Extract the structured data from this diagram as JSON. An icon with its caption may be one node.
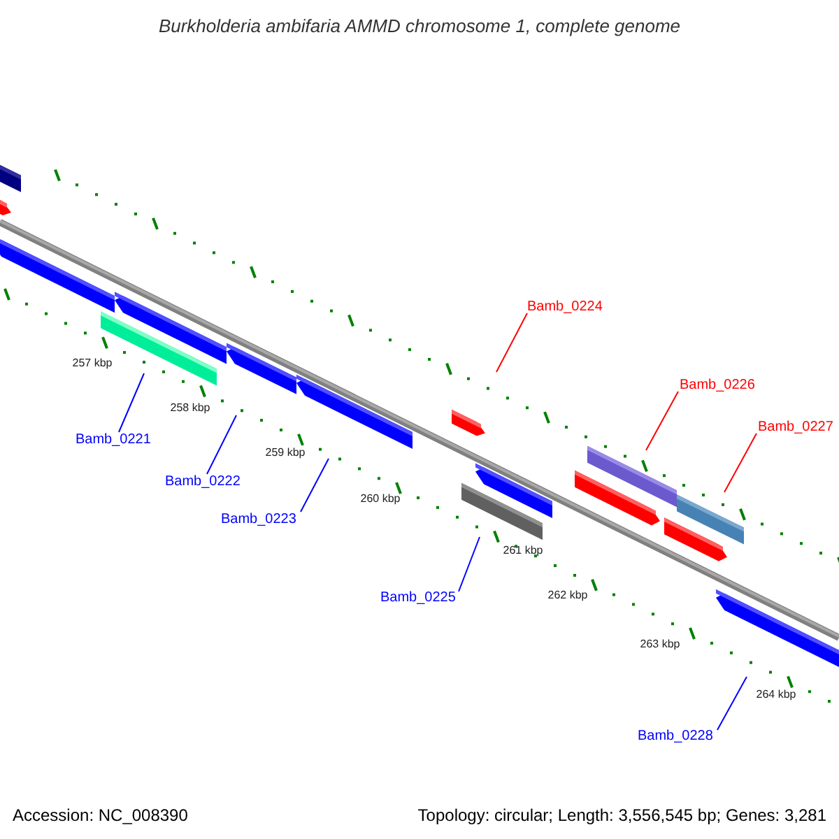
{
  "diagram": {
    "title": "Burkholderia ambifaria AMMD chromosome 1, complete genome",
    "nodes": [
      {
        "text": [
          "Bamb_0221"
        ]
      },
      {
        "text": [
          "Bamb_0222"
        ]
      },
      {
        "text": [
          "Bamb_0223"
        ]
      },
      {
        "text": [
          "Bamb_0224"
        ]
      },
      {
        "text": [
          "Bamb_0225"
        ]
      },
      {
        "text": [
          "Bamb_0226"
        ]
      },
      {
        "text": [
          "Bamb_0227"
        ]
      },
      {
        "text": [
          "Bamb_0228"
        ]
      }
    ],
    "edges": [
      {
        "from": 0,
        "to": null,
        "arrow": "none"
      },
      {
        "from": 1,
        "to": null,
        "arrow": "none"
      },
      {
        "from": 2,
        "to": null,
        "arrow": "none"
      },
      {
        "from": 3,
        "to": null,
        "arrow": "none",
        "color": "#ff0000"
      },
      {
        "from": 4,
        "to": null,
        "arrow": "none"
      },
      {
        "from": 5,
        "to": null,
        "arrow": "none",
        "color": "#ff0000"
      },
      {
        "from": 6,
        "to": null,
        "arrow": "none",
        "color": "#ff0000"
      },
      {
        "from": 7,
        "to": null,
        "arrow": "none"
      }
    ],
    "labels": [
      "257 kbp",
      "258 kbp",
      "259 kbp",
      "260 kbp",
      "261 kbp",
      "262 kbp",
      "263 kbp",
      "264 kbp",
      "Accession: NC_008390",
      "Topology: circular; Length: 3,556,545 bp; Genes: 3,281"
    ]
  }
}
